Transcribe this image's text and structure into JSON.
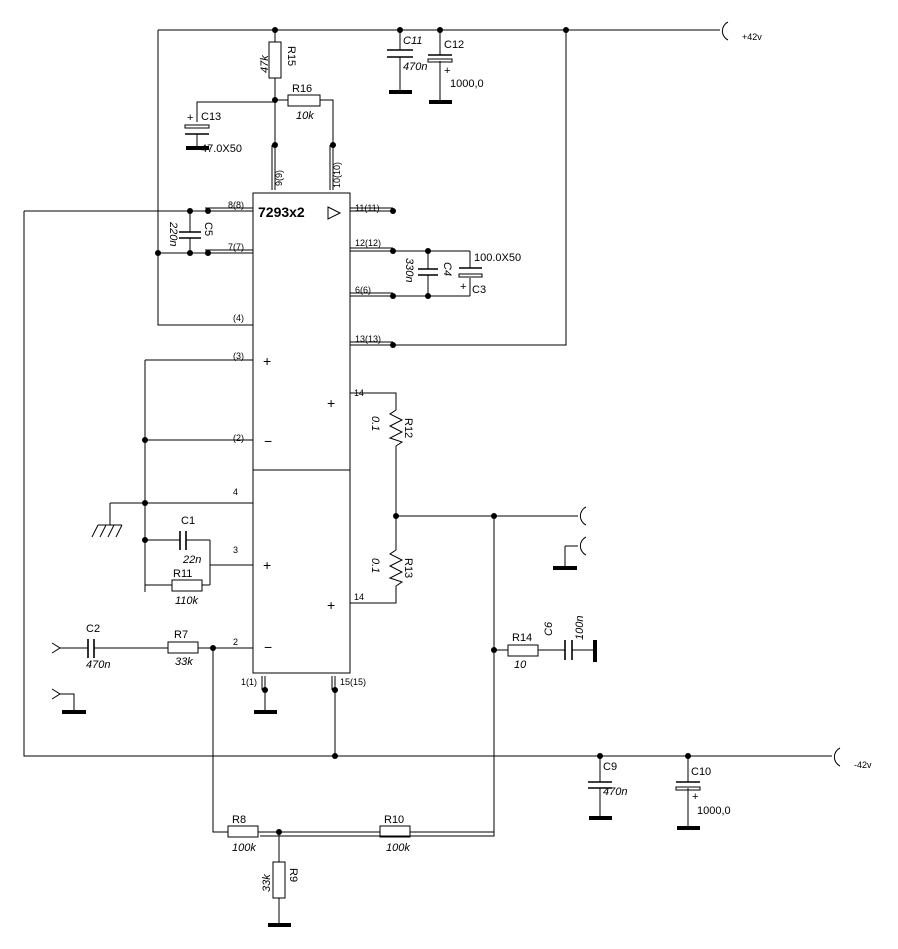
{
  "chip": {
    "name": "7293x2"
  },
  "rails": {
    "positive": "+42v",
    "negative": "-42v"
  },
  "pins": {
    "p8": "8(8)",
    "p7": "7(7)",
    "p4a": "(4)",
    "p3a": "(3)",
    "p2a": "(2)",
    "p9": "9(9)",
    "p10": "10(10)",
    "p11": "11(11)",
    "p12": "12(12)",
    "p6": "6(6)",
    "p13": "13(13)",
    "p14a": "14",
    "p14b": "14",
    "p4b": "4",
    "p3b": "3",
    "p2b": "2",
    "p1": "1(1)",
    "p15": "15(15)"
  },
  "components": {
    "r15": {
      "ref": "R15",
      "value": "47k"
    },
    "r16": {
      "ref": "R16",
      "value": "10k"
    },
    "c13": {
      "ref": "C13",
      "value": "47.0X50"
    },
    "c11": {
      "ref": "C11",
      "value": "470n"
    },
    "c12": {
      "ref": "C12",
      "value": "1000,0"
    },
    "c5": {
      "ref": "C5",
      "value": "220n"
    },
    "c4": {
      "ref": "C4",
      "value": "330n"
    },
    "c3": {
      "ref": "C3",
      "value": "100.0X50"
    },
    "r12": {
      "ref": "R12",
      "value": "0.1"
    },
    "r13": {
      "ref": "R13",
      "value": "0.1"
    },
    "c1": {
      "ref": "C1",
      "value": "22n"
    },
    "r11": {
      "ref": "R11",
      "value": "110k"
    },
    "c2": {
      "ref": "C2",
      "value": "470n"
    },
    "r7": {
      "ref": "R7",
      "value": "33k"
    },
    "r14": {
      "ref": "R14",
      "value": "10"
    },
    "c6": {
      "ref": "C6",
      "value": "100n"
    },
    "c9": {
      "ref": "C9",
      "value": "470n"
    },
    "c10": {
      "ref": "C10",
      "value": "1000,0"
    },
    "r8": {
      "ref": "R8",
      "value": "100k"
    },
    "r10": {
      "ref": "R10",
      "value": "100k"
    },
    "r9": {
      "ref": "R9",
      "value": "33k"
    }
  },
  "symbols": {
    "plus": "+",
    "minus": "−"
  }
}
